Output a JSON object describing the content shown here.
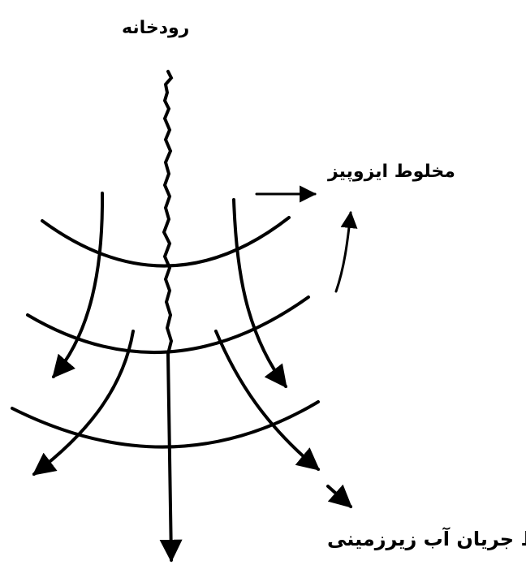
{
  "diagram": {
    "labels": {
      "river": "رودخانه",
      "equipotential_lines": "مخلوط ایزوپیز",
      "flow_lines": "خطوط جریان آب زیرزمینی"
    },
    "colors": {
      "stroke": "#000000",
      "background": "#ffffff"
    }
  }
}
